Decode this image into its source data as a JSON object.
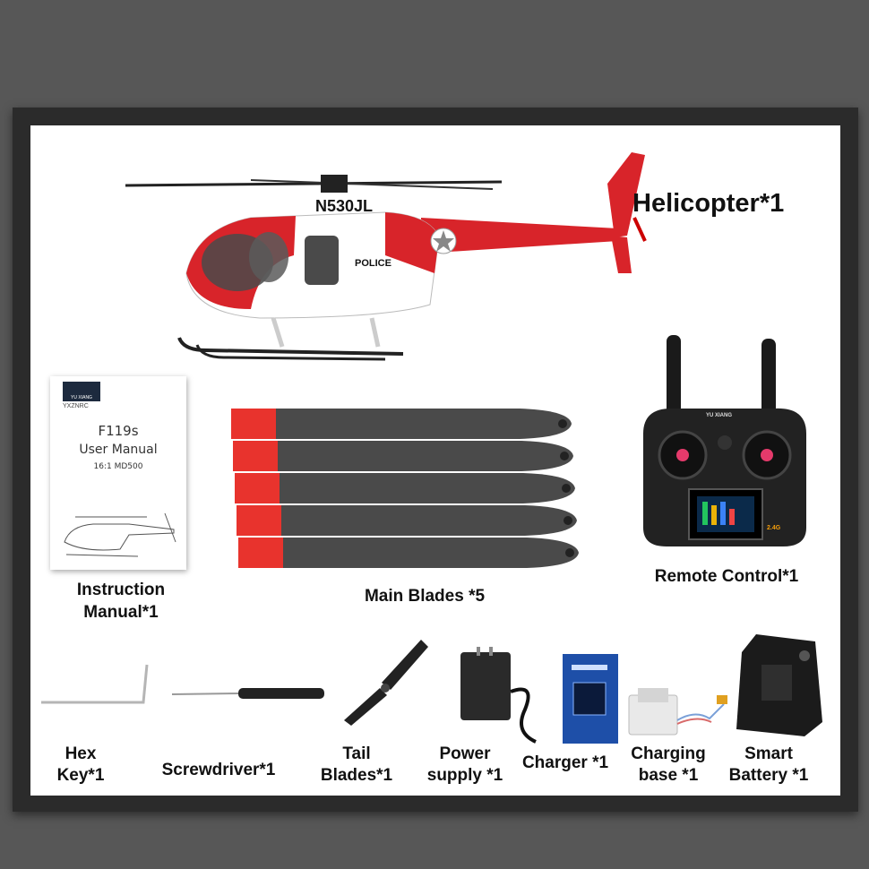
{
  "helicopter": {
    "label": "Helicopter*1",
    "registration": "N530JL",
    "door_text": "POLICE",
    "body_color": "#d8242a"
  },
  "manual": {
    "label_line1": "Instruction",
    "label_line2": "Manual*1",
    "brand": "YXZNRC",
    "logo_text": "YU XIANG",
    "model": "F119s",
    "subtitle": "User Manual",
    "scale": "16:1 MD500"
  },
  "main_blades": {
    "label": "Main Blades *5",
    "count": 5,
    "tip_color": "#e8332d"
  },
  "remote": {
    "label": "Remote Control*1",
    "brand": "YU XIANG",
    "band": "2.4G"
  },
  "accessories": [
    {
      "key": "hex_key",
      "line1": "Hex",
      "line2": "Key*1"
    },
    {
      "key": "screwdriver",
      "line1": "Screwdriver*1",
      "line2": ""
    },
    {
      "key": "tail_blades",
      "line1": "Tail",
      "line2": "Blades*1"
    },
    {
      "key": "power_supply",
      "line1": "Power",
      "line2": "supply *1"
    },
    {
      "key": "charger",
      "line1": "Charger *1",
      "line2": ""
    },
    {
      "key": "charging_base",
      "line1": "Charging",
      "line2": "base *1"
    },
    {
      "key": "smart_battery",
      "line1": "Smart",
      "line2": "Battery *1"
    }
  ]
}
